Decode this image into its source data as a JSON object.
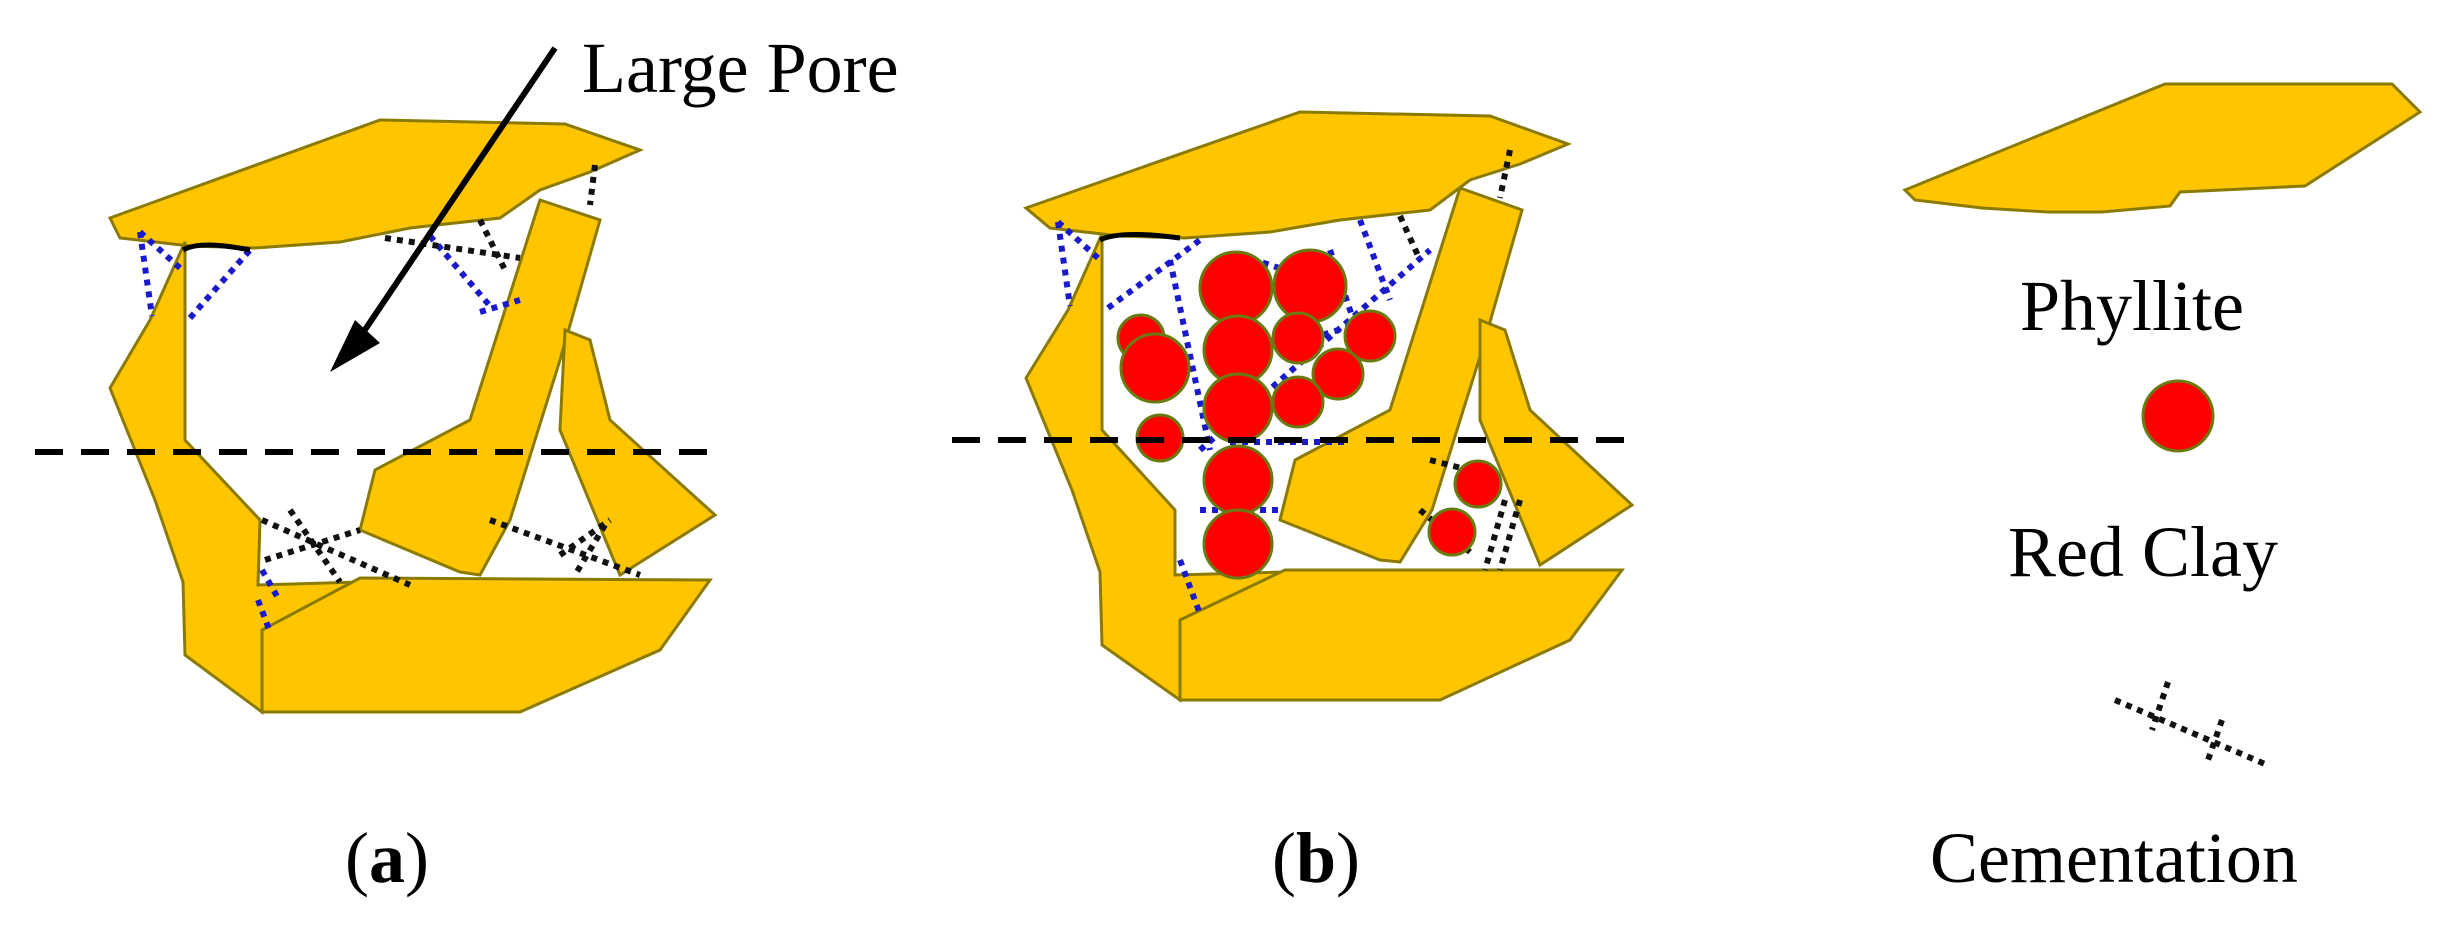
{
  "annotation": {
    "large_pore": "Large Pore"
  },
  "panels": [
    {
      "caption_open": "(",
      "caption_letter": "a",
      "caption_close": ")"
    },
    {
      "caption_open": "(",
      "caption_letter": "b",
      "caption_close": ")"
    }
  ],
  "legend": {
    "phyllite": "Phyllite",
    "red_clay": "Red Clay",
    "cementation": "Cementation"
  },
  "colors": {
    "phyllite": "#ffc600",
    "red_clay": "#ff0000",
    "bonding_blue": "#1a1acc",
    "cementation": "#111111"
  }
}
